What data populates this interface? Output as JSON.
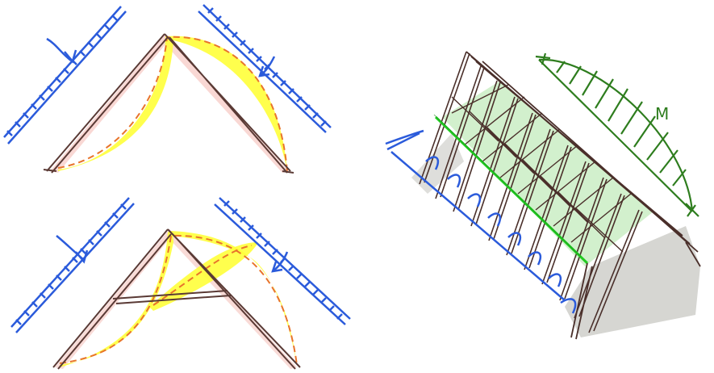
{
  "figure": {
    "panels": [
      {
        "name": "two-hinged-frame-sketch"
      },
      {
        "name": "collar-tie-frame-sketch"
      },
      {
        "name": "roof-structure-sketch"
      }
    ],
    "colors": {
      "frame": "#5a3a35",
      "frame_shade": "#f4b8b0",
      "moment_fill": "#ffff3a",
      "moment_dash": "#e8742c",
      "wind_load": "#2b5bdb",
      "roof_moment": "#2e7d1e",
      "ridge_line": "#22cc22",
      "roof_panel": "#cdeec8",
      "gable_shadow": "#d6d6d2"
    },
    "annotations": {
      "moment_label": "M"
    }
  }
}
